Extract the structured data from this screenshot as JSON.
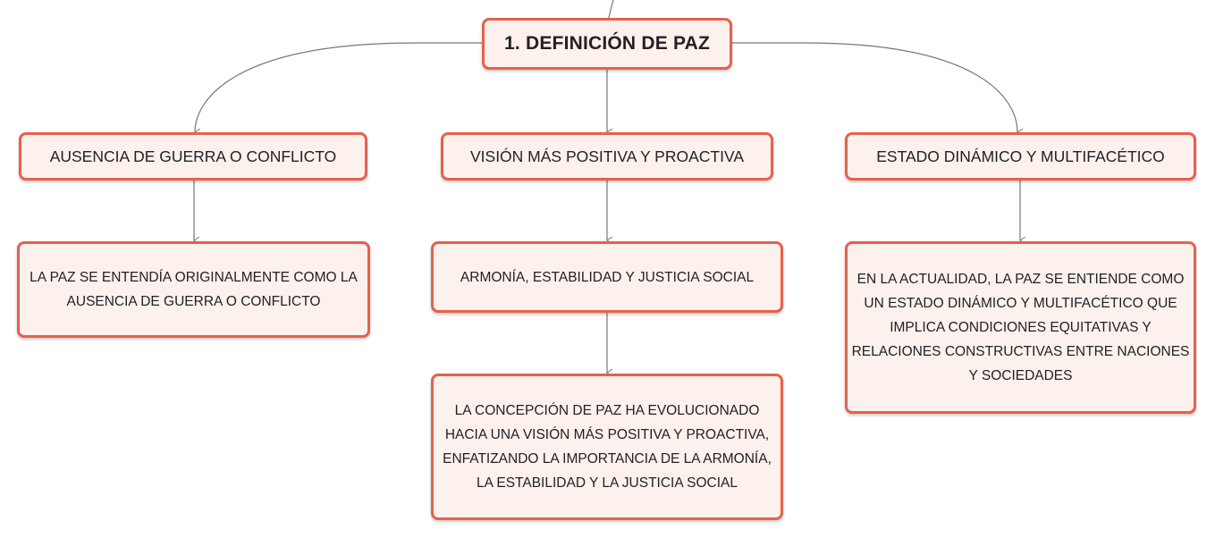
{
  "root": {
    "label": "1. DEFINICIÓN DE PAZ"
  },
  "branches": {
    "left": {
      "label": "AUSENCIA DE GUERRA O CONFLICTO",
      "detail": "LA PAZ SE ENTENDÍA ORIGINALMENTE COMO LA AUSENCIA DE GUERRA O CONFLICTO"
    },
    "center": {
      "label": "VISIÓN MÁS POSITIVA Y PROACTIVA",
      "detail": "ARMONÍA, ESTABILIDAD Y JUSTICIA SOCIAL",
      "subdetail": "LA CONCEPCIÓN DE PAZ HA EVOLUCIONADO HACIA UNA VISIÓN MÁS POSITIVA Y PROACTIVA, ENFATIZANDO LA IMPORTANCIA DE LA ARMONÍA, LA ESTABILIDAD Y LA JUSTICIA SOCIAL"
    },
    "right": {
      "label": "ESTADO DINÁMICO Y MULTIFACÉTICO",
      "detail": "EN LA ACTUALIDAD, LA PAZ SE ENTIENDE COMO UN ESTADO DINÁMICO Y MULTIFACÉTICO QUE IMPLICA CONDICIONES EQUITATIVAS Y RELACIONES CONSTRUCTIVAS ENTRE NACIONES Y SOCIEDADES"
    }
  },
  "colors": {
    "node_border": "#e8604c",
    "node_fill": "#fdf1ee",
    "connector": "#777777",
    "text": "#222222"
  }
}
